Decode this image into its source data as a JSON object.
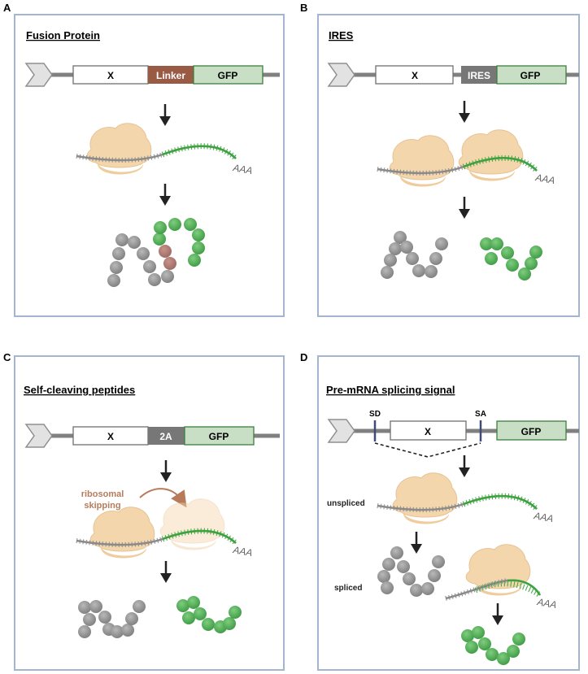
{
  "colors": {
    "panel_border": "#a3b5d1",
    "grey_bead": "#8a8a8a",
    "green_bead": "#4aa64f",
    "linker": "#9a5b45",
    "gfp_fill": "#c8dfc6",
    "gfp_border": "#3d7f3d",
    "ribosome": "#f4d6ad",
    "skip_text": "#b77b5c"
  },
  "panels": {
    "a": {
      "letter": "A",
      "title": "Fusion Protein",
      "boxes": {
        "x": "X",
        "linker": "Linker",
        "gfp": "GFP"
      },
      "polya": "AAA"
    },
    "b": {
      "letter": "B",
      "title": "IRES",
      "boxes": {
        "x": "X",
        "ires": "IRES",
        "gfp": "GFP"
      },
      "polya": "AAA"
    },
    "c": {
      "letter": "C",
      "title": "Self-cleaving peptides",
      "boxes": {
        "x": "X",
        "p2a": "2A",
        "gfp": "GFP"
      },
      "skip_line1": "ribosomal",
      "skip_line2": "skipping",
      "polya": "AAA"
    },
    "d": {
      "letter": "D",
      "title": "Pre-mRNA splicing signal",
      "sd": "SD",
      "sa": "SA",
      "boxes": {
        "x": "X",
        "gfp": "GFP"
      },
      "unspliced": "unspliced",
      "spliced": "spliced",
      "polya_top": "AAA",
      "polya_bottom": "AAA"
    }
  }
}
